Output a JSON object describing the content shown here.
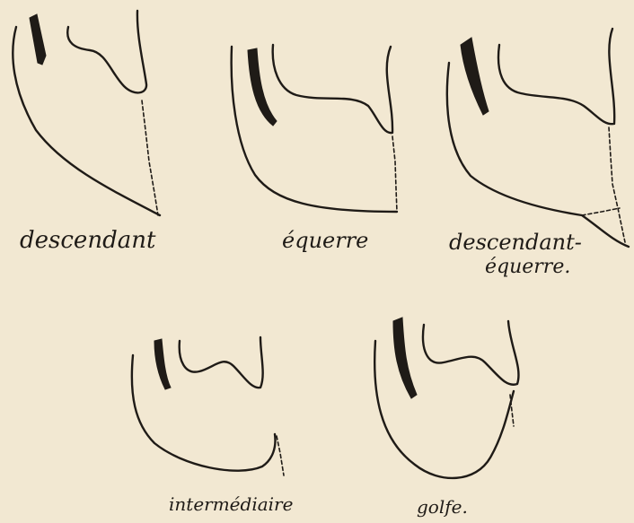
{
  "figures": [
    {
      "id": "descendant",
      "label": "descendant"
    },
    {
      "id": "equerre",
      "label": "équerre"
    },
    {
      "id": "descendant-equerre",
      "label_line1": "descendant-",
      "label_line2": "équerre."
    },
    {
      "id": "intermediaire",
      "label": "intermédiaire"
    },
    {
      "id": "golfe",
      "label": "golfe."
    }
  ],
  "colors": {
    "paper": "#f2e8d2",
    "ink": "#1f1b17"
  }
}
